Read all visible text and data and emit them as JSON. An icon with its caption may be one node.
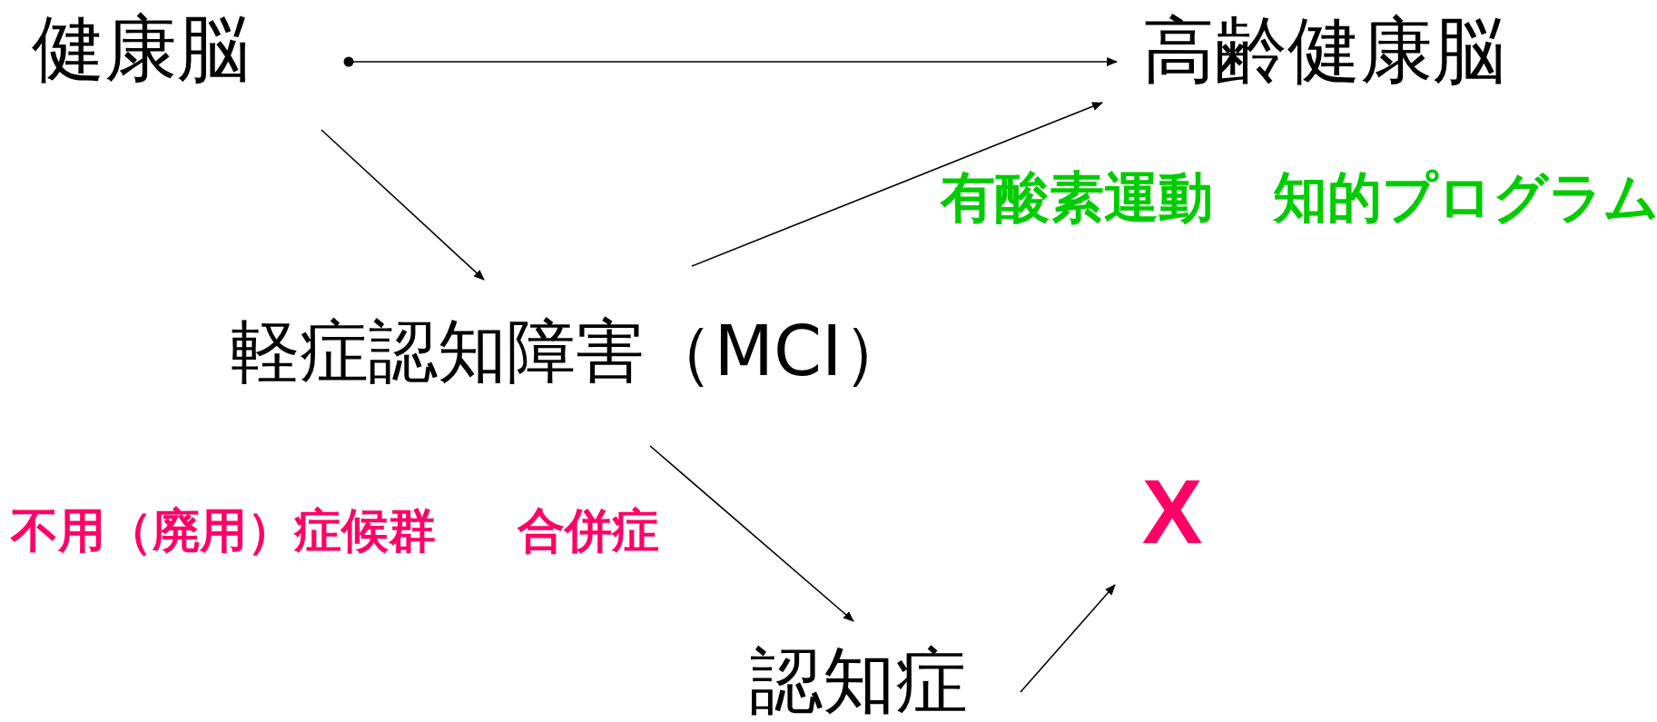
{
  "diagram": {
    "nodes": [
      {
        "text": [
          "健康脳"
        ]
      },
      {
        "text": [
          "高齢健康脳"
        ]
      },
      {
        "text": [
          "軽症認知障害（MCI）"
        ]
      },
      {
        "text": [
          "認知症"
        ]
      },
      {
        "text": [
          "X"
        ]
      }
    ],
    "edges": [
      {
        "from": 0,
        "to": 1,
        "arrow": "to"
      },
      {
        "from": 0,
        "to": 2,
        "arrow": "to"
      },
      {
        "from": 2,
        "to": 1,
        "arrow": "to"
      },
      {
        "from": 2,
        "to": 3,
        "arrow": "to"
      },
      {
        "from": 3,
        "to": 4,
        "arrow": "to"
      }
    ],
    "labels": [
      "有酸素運動",
      "知的プログラム",
      "不用（廃用）症候群",
      "合併症"
    ]
  }
}
